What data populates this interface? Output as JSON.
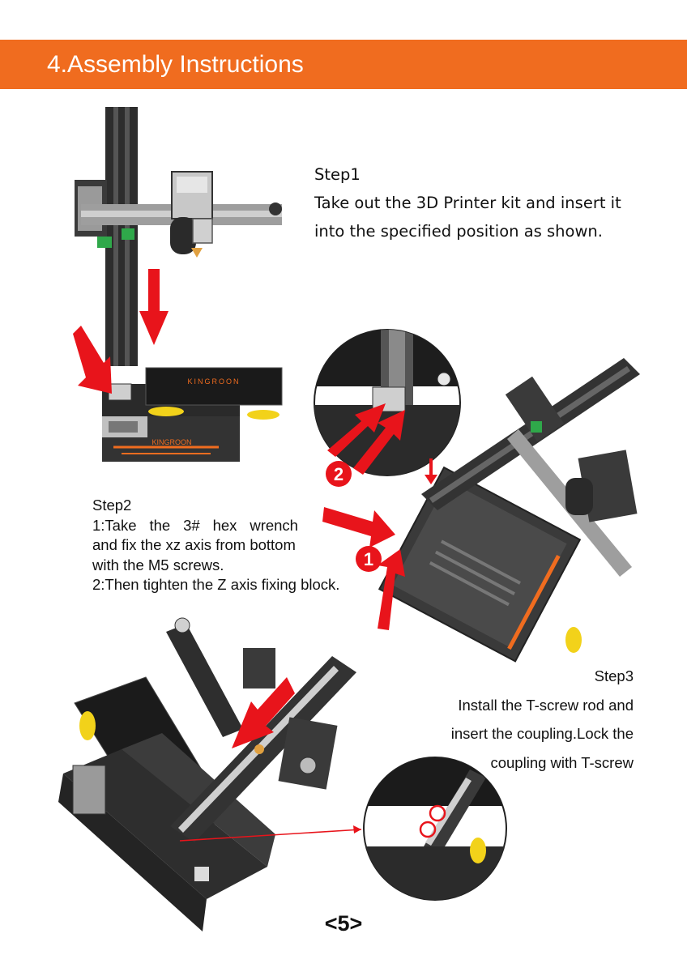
{
  "header": {
    "title": "4.Assembly Instructions",
    "color": "#f06c1f"
  },
  "step1": {
    "title": "Step1",
    "lines": [
      "Take out the 3D Printer kit and insert it",
      "into the specified position as shown."
    ]
  },
  "step2": {
    "title": "Step2",
    "line1_words": [
      "1:Take",
      "the",
      "3#",
      "hex",
      "wrench"
    ],
    "lines": [
      "and fix the xz axis from bottom",
      "with the M5 screws.",
      "2:Then tighten the Z axis fixing block."
    ]
  },
  "step3": {
    "title": "Step3",
    "lines": [
      "Install the T-screw rod and",
      "insert the coupling.Lock the",
      "coupling with  T-screw"
    ]
  },
  "callouts": {
    "one": "1",
    "two": "2"
  },
  "brand": {
    "base_logo": "KINGROON",
    "bed_logo": "KINGROON"
  },
  "footer": {
    "page": "<5>"
  },
  "icons": [
    "red-arrow-icon",
    "numbered-marker-icon"
  ],
  "colors": {
    "arrow": "#e8141b",
    "accent": "#f06c1f",
    "frame": "#3a3a3a"
  }
}
